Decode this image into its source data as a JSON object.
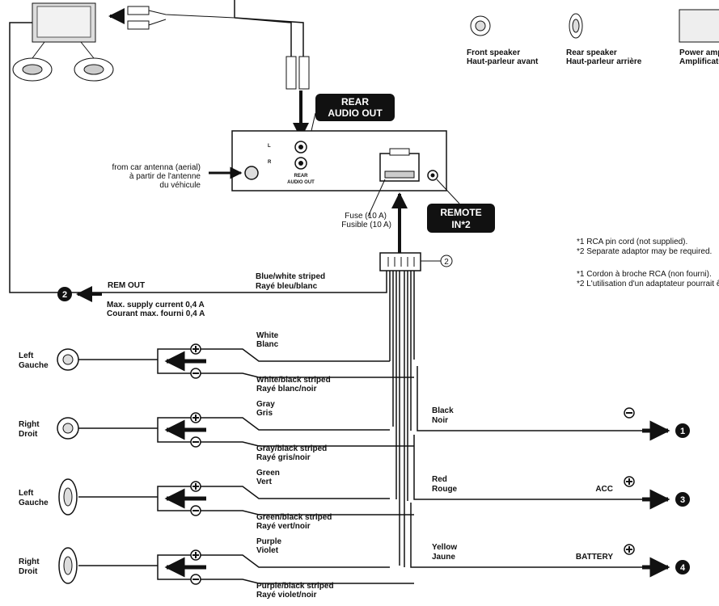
{
  "legend": {
    "front_speaker": [
      "Front speaker",
      "Haut-parleur avant"
    ],
    "rear_speaker": [
      "Rear speaker",
      "Haut-parleur arrière"
    ],
    "power_amp": [
      "Power amp",
      "Amplificate"
    ]
  },
  "head_unit": {
    "rear_audio_out_tag": [
      "REAR",
      "AUDIO OUT"
    ],
    "channel_l": "L",
    "channel_r": "R",
    "rear_audio_out_small": [
      "REAR",
      "AUDIO OUT"
    ],
    "antenna": [
      "from car antenna (aerial)",
      "à partir de l'antenne",
      "du véhicule"
    ],
    "fuse": [
      "Fuse (10 A)",
      "Fusible (10 A)"
    ],
    "remote_in_tag": [
      "REMOTE",
      "IN*2"
    ]
  },
  "notes": [
    "*1 RCA pin cord (not supplied).",
    "*2 Separate adaptor may be required.",
    "*1 Cordon à broche RCA (non fourni).",
    "*2 L'utilisation d'un adaptateur pourrait ê"
  ],
  "connector_ref": "2",
  "rem_out": {
    "label": "REM OUT",
    "wire": [
      "Blue/white striped",
      "Rayé bleu/blanc"
    ],
    "current": [
      "Max. supply current 0,4 A",
      "Courant max. fourni 0,4 A"
    ],
    "ref": "2"
  },
  "speakers": [
    {
      "side": [
        "Left",
        "Gauche"
      ],
      "plus": [
        "White",
        "Blanc"
      ],
      "minus": [
        "White/black striped",
        "Rayé blanc/noir"
      ]
    },
    {
      "side": [
        "Right",
        "Droit"
      ],
      "plus": [
        "Gray",
        "Gris"
      ],
      "minus": [
        "Gray/black striped",
        "Rayé gris/noir"
      ]
    },
    {
      "side": [
        "Left",
        "Gauche"
      ],
      "plus": [
        "Green",
        "Vert"
      ],
      "minus": [
        "Green/black striped",
        "Rayé vert/noir"
      ]
    },
    {
      "side": [
        "Right",
        "Droit"
      ],
      "plus": [
        "Purple",
        "Violet"
      ],
      "minus": [
        "Purple/black striped",
        "Rayé violet/noir"
      ]
    }
  ],
  "power": [
    {
      "wire": [
        "Black",
        "Noir"
      ],
      "term": "",
      "polarity": "−",
      "ref": "1"
    },
    {
      "wire": [
        "Red",
        "Rouge"
      ],
      "term": "ACC",
      "polarity": "+",
      "ref": "3"
    },
    {
      "wire": [
        "Yellow",
        "Jaune"
      ],
      "term": "BATTERY",
      "polarity": "+",
      "ref": "4"
    }
  ]
}
